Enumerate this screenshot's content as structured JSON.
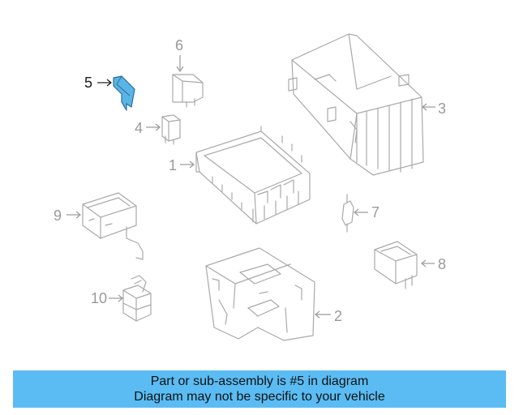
{
  "diagram": {
    "callouts": [
      "1",
      "2",
      "3",
      "4",
      "5",
      "6",
      "7",
      "8",
      "9",
      "10"
    ],
    "highlight_color": "#5ab4e6",
    "line_color": "#a9a9a9"
  },
  "banner": {
    "line1": "Part or sub-assembly is #5 in diagram",
    "line2": "Diagram may not be specific to your vehicle",
    "background": "#5bbcf4"
  }
}
